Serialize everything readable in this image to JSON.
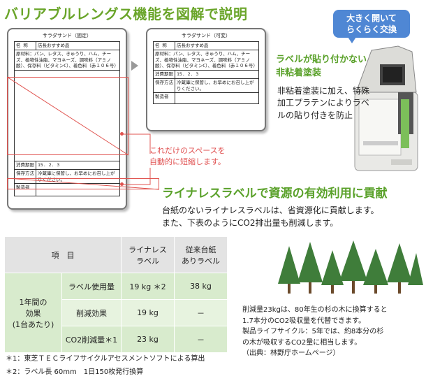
{
  "page": {
    "title": "バリアブルレングス機能を図解で説明"
  },
  "labels": {
    "left": {
      "header": "サラダサンド（固定）",
      "rows": [
        {
          "k": "名 称",
          "v": "店長おすすめ品"
        },
        {
          "k": "原材料：パン、レタス、きゅうり、ハム、チーズ、植物性油脂、マヨネーズ、調味料（アミノ酸）、保存料（ビタミンC）、着色料（赤１０６号）",
          "v": ""
        },
        {
          "k": "消費期限",
          "v": "15. 2. 3"
        },
        {
          "k": "保存方法",
          "v": "冷蔵庫に保管し、お早めにお召し上がりください。"
        },
        {
          "k": "製造者",
          "v": ""
        }
      ]
    },
    "right": {
      "header": "サラダサンド（可変）",
      "rows": [
        {
          "k": "名 称",
          "v": "店長おすすめ品"
        },
        {
          "k": "原材料：パン、レタス、きゅうり、ハム、チーズ、植物性油脂、マヨネーズ、調味料（アミノ酸）、保存料（ビタミンC）、着色料（赤１０６号）",
          "v": ""
        },
        {
          "k": "消費期限",
          "v": "15. 2. 3"
        },
        {
          "k": "保存方法",
          "v": "冷蔵庫に保管し、お早めにお召し上がりください。"
        },
        {
          "k": "製造者",
          "v": ""
        }
      ]
    },
    "note_line1": "これだけのスペースを",
    "note_line2": "自動的に短縮します。"
  },
  "printer_panel": {
    "bubble_line1": "大きく開いて",
    "bubble_line2": "らくらく交換",
    "feature_head_line1": "ラベルが貼り付かない",
    "feature_head_line2": "非粘着塗装",
    "feature_desc_line1": "非粘着塗装に加え、特殊",
    "feature_desc_line2": "加工プラテンによりラベ",
    "feature_desc_line3": "ルの貼り付きを防止"
  },
  "linerless": {
    "headline": "ライナレスラベルで資源の有効利用に貢献",
    "desc_line1": "台紙のないライナレスラベルは、省資源化に貢献します。",
    "desc_line2": "また、下表のようにCO2排出量も削減します。"
  },
  "table": {
    "head_item": "項　目",
    "head_col1_line1": "ライナレス",
    "head_col1_line2": "ラベル",
    "head_col2_line1": "従来台紙",
    "head_col2_line2": "ありラベル",
    "group_line1": "1年間の",
    "group_line2": "効果",
    "group_line3": "(1台あたり)",
    "rows": [
      {
        "label": "ラベル使用量",
        "linerless": "19 kg ＊2",
        "conventional": "38 kg"
      },
      {
        "label": "削減効果",
        "linerless": "19 kg",
        "conventional": "－"
      },
      {
        "label": "CO2削減量＊1",
        "linerless": "23 kg",
        "conventional": "－"
      }
    ],
    "footnote1": "＊1：東芝ＴＥＣライフサイクルアセスメントソフトによる算出",
    "footnote2": "＊2：ラベル長 60mm　1日150枚発行換算"
  },
  "forest": {
    "line1": "削減量23kgは、80年生の杉の木に換算すると",
    "line2": "1.7本分のCO2吸収量を代替できます。",
    "line3": "製品ライフサイクル：5年では、約8本分の杉",
    "line4": "の木が吸収するCO2量に相当します。",
    "line5": "（出典：林野庁ホームページ）"
  },
  "colors": {
    "green_title": "#6aa52a",
    "red_note": "#e05050",
    "bubble_blue": "#4f87d4",
    "table_green": "#d8ebcd",
    "table_gray": "#e3e3e3",
    "tree_green": "#3f7d3a"
  }
}
